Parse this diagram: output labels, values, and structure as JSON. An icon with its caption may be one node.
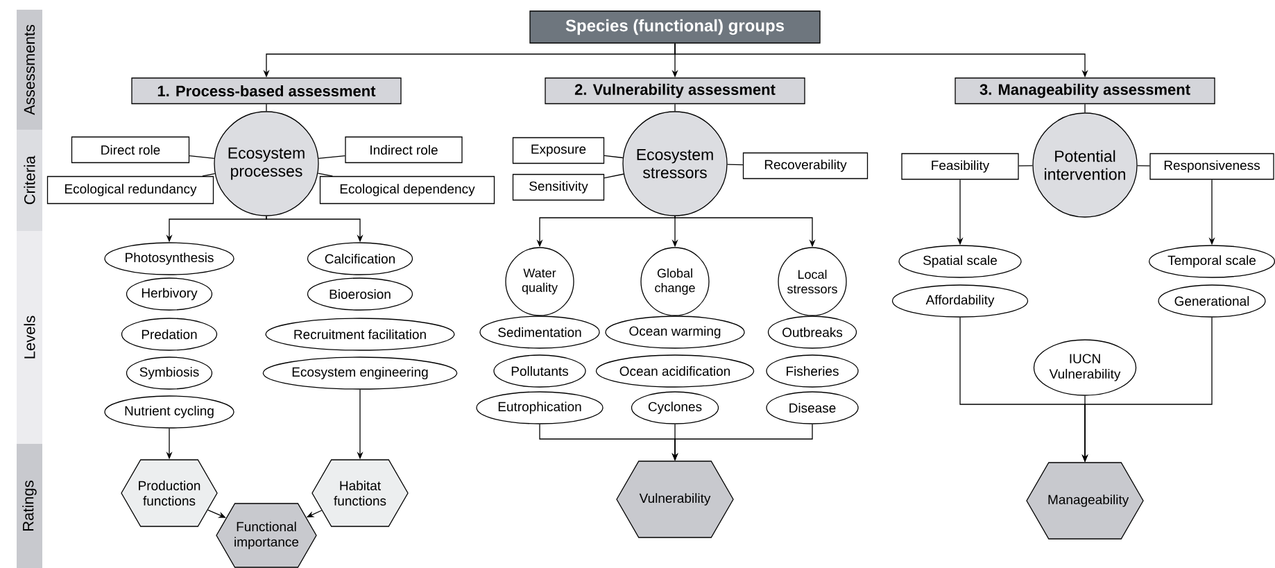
{
  "diagram": {
    "nodes": [
      {
        "text": [
          "Assessments"
        ]
      },
      {
        "text": [
          "Criteria"
        ]
      },
      {
        "text": [
          "Levels"
        ]
      },
      {
        "text": [
          "Ratings"
        ]
      },
      {
        "text": [
          "Species (functional) groups"
        ]
      },
      {
        "text": [
          "1. Process-based assessment"
        ]
      },
      {
        "text": [
          "2. Vulnerability assessment"
        ]
      },
      {
        "text": [
          "3. Manageability assessment"
        ]
      },
      {
        "text": [
          "Ecosystem processes"
        ]
      },
      {
        "text": [
          "Direct role"
        ]
      },
      {
        "text": [
          "Ecological redundancy"
        ]
      },
      {
        "text": [
          "Indirect role"
        ]
      },
      {
        "text": [
          "Ecological dependency"
        ]
      },
      {
        "text": [
          "Ecosystem stressors"
        ]
      },
      {
        "text": [
          "Exposure"
        ]
      },
      {
        "text": [
          "Sensitivity"
        ]
      },
      {
        "text": [
          "Recoverability"
        ]
      },
      {
        "text": [
          "Potential intervention"
        ]
      },
      {
        "text": [
          "Feasibility"
        ]
      },
      {
        "text": [
          "Responsiveness"
        ]
      },
      {
        "text": [
          "Photosynthesis"
        ]
      },
      {
        "text": [
          "Herbivory"
        ]
      },
      {
        "text": [
          "Predation"
        ]
      },
      {
        "text": [
          "Symbiosis"
        ]
      },
      {
        "text": [
          "Nutrient cycling"
        ]
      },
      {
        "text": [
          "Calcification"
        ]
      },
      {
        "text": [
          "Bioerosion"
        ]
      },
      {
        "text": [
          "Recruitment facilitation"
        ]
      },
      {
        "text": [
          "Ecosystem engineering"
        ]
      },
      {
        "text": [
          "Water quality"
        ]
      },
      {
        "text": [
          "Global change"
        ]
      },
      {
        "text": [
          "Local stressors"
        ]
      },
      {
        "text": [
          "Sedimentation"
        ]
      },
      {
        "text": [
          "Pollutants"
        ]
      },
      {
        "text": [
          "Eutrophication"
        ]
      },
      {
        "text": [
          "Ocean warming"
        ]
      },
      {
        "text": [
          "Ocean acidification"
        ]
      },
      {
        "text": [
          "Cyclones"
        ]
      },
      {
        "text": [
          "Outbreaks"
        ]
      },
      {
        "text": [
          "Fisheries"
        ]
      },
      {
        "text": [
          "Disease"
        ]
      },
      {
        "text": [
          "Spatial scale"
        ]
      },
      {
        "text": [
          "Affordability"
        ]
      },
      {
        "text": [
          "Temporal scale"
        ]
      },
      {
        "text": [
          "Generational"
        ]
      },
      {
        "text": [
          "IUCN Vulnerability"
        ]
      },
      {
        "text": [
          "Production functions"
        ]
      },
      {
        "text": [
          "Habitat functions"
        ]
      },
      {
        "text": [
          "Functional importance"
        ]
      },
      {
        "text": [
          "Vulnerability"
        ]
      },
      {
        "text": [
          "Manageability"
        ]
      }
    ],
    "edges": [
      {
        "from": 4,
        "to": 5,
        "arrow": "to"
      },
      {
        "from": 4,
        "to": 6,
        "arrow": "to"
      },
      {
        "from": 4,
        "to": 7,
        "arrow": "to"
      },
      {
        "from": 5,
        "to": 8,
        "arrow": "none"
      },
      {
        "from": 6,
        "to": 13,
        "arrow": "none"
      },
      {
        "from": 7,
        "to": 17,
        "arrow": "none"
      },
      {
        "from": 9,
        "to": 8,
        "arrow": "none"
      },
      {
        "from": 10,
        "to": 8,
        "arrow": "none"
      },
      {
        "from": 11,
        "to": 8,
        "arrow": "none"
      },
      {
        "from": 12,
        "to": 8,
        "arrow": "none"
      },
      {
        "from": 14,
        "to": 13,
        "arrow": "none"
      },
      {
        "from": 15,
        "to": 13,
        "arrow": "none"
      },
      {
        "from": 16,
        "to": 13,
        "arrow": "none"
      },
      {
        "from": 18,
        "to": 17,
        "arrow": "none"
      },
      {
        "from": 19,
        "to": 17,
        "arrow": "none"
      },
      {
        "from": 8,
        "to": 20,
        "arrow": "to"
      },
      {
        "from": 8,
        "to": 25,
        "arrow": "to"
      },
      {
        "from": 24,
        "to": 46,
        "arrow": "to"
      },
      {
        "from": 28,
        "to": 47,
        "arrow": "to"
      },
      {
        "from": 46,
        "to": 48,
        "arrow": "to"
      },
      {
        "from": 47,
        "to": 48,
        "arrow": "to"
      },
      {
        "from": 13,
        "to": 29,
        "arrow": "to"
      },
      {
        "from": 13,
        "to": 30,
        "arrow": "to"
      },
      {
        "from": 13,
        "to": 31,
        "arrow": "to"
      },
      {
        "from": 34,
        "to": 49,
        "arrow": "to"
      },
      {
        "from": 37,
        "to": 49,
        "arrow": "to"
      },
      {
        "from": 40,
        "to": 49,
        "arrow": "to"
      },
      {
        "from": 18,
        "to": 41,
        "arrow": "to"
      },
      {
        "from": 19,
        "to": 43,
        "arrow": "to"
      },
      {
        "from": 42,
        "to": 50,
        "arrow": "to"
      },
      {
        "from": 44,
        "to": 50,
        "arrow": "to"
      },
      {
        "from": 45,
        "to": 50,
        "arrow": "to"
      }
    ]
  }
}
